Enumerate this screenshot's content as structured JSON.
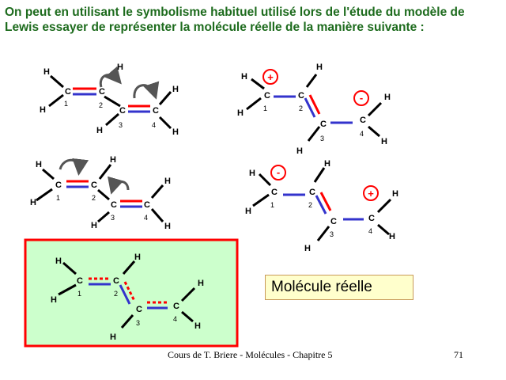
{
  "intro_text": "On peut en utilisant le symbolisme habituel utilisé lors de l'étude du modèle de Lewis essayer de représenter la molécule réelle de la manière suivante :",
  "atom_labels": {
    "carbon": "C",
    "hydrogen": "H"
  },
  "carbon_numbers": [
    "1",
    "2",
    "3",
    "4"
  ],
  "charges": {
    "plus": "+",
    "minus": "-"
  },
  "real_molecule_label": "Molécule réelle",
  "footer": {
    "course": "Cours de T. Briere - Molécules - Chapitre 5",
    "page": "71"
  },
  "colors": {
    "heading": "#1d6b1d",
    "bond_red": "#ff0000",
    "bond_blue": "#3333cc",
    "highlight_fill": "#ccffcc",
    "highlight_border": "#ff0000",
    "label_fill": "#ffffcc"
  }
}
